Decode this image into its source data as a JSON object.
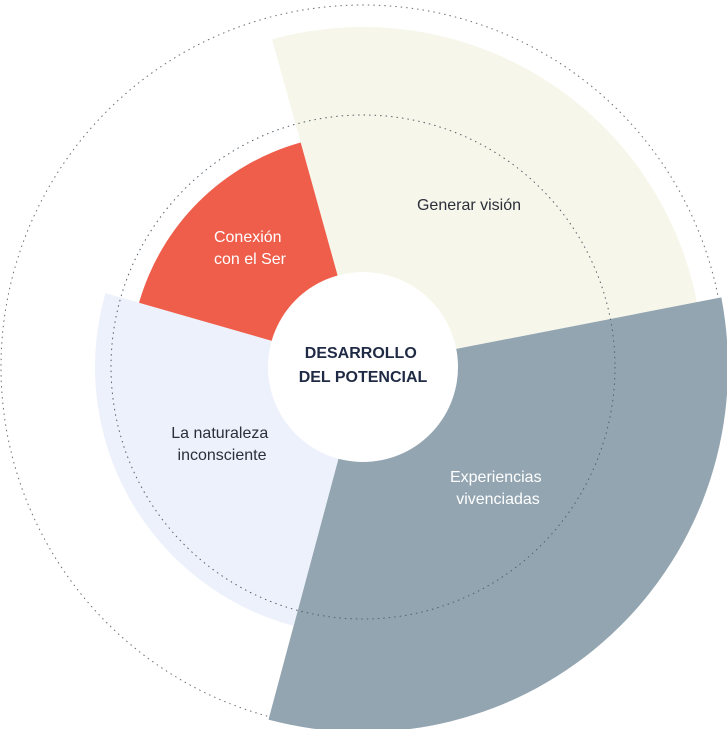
{
  "center": {
    "line1": "DESARROLLO",
    "line2": "DEL POTENCIAL"
  },
  "segments": [
    {
      "id": "generar",
      "label_lines": [
        "Generar visión"
      ],
      "color": "#f6f6ea",
      "text_color": "#2b2f3a"
    },
    {
      "id": "experiencias",
      "label_lines": [
        "Experiencias",
        "vivenciadas"
      ],
      "color": "#93a5b1",
      "text_color": "#ffffff"
    },
    {
      "id": "naturaleza",
      "label_lines": [
        "La naturaleza",
        "inconsciente"
      ],
      "color": "#edf1fb",
      "text_color": "#2b2f3a"
    },
    {
      "id": "conexion",
      "label_lines": [
        "Conexión",
        "con el Ser"
      ],
      "color": "#ef5e4b",
      "text_color": "#ffffff"
    }
  ]
}
